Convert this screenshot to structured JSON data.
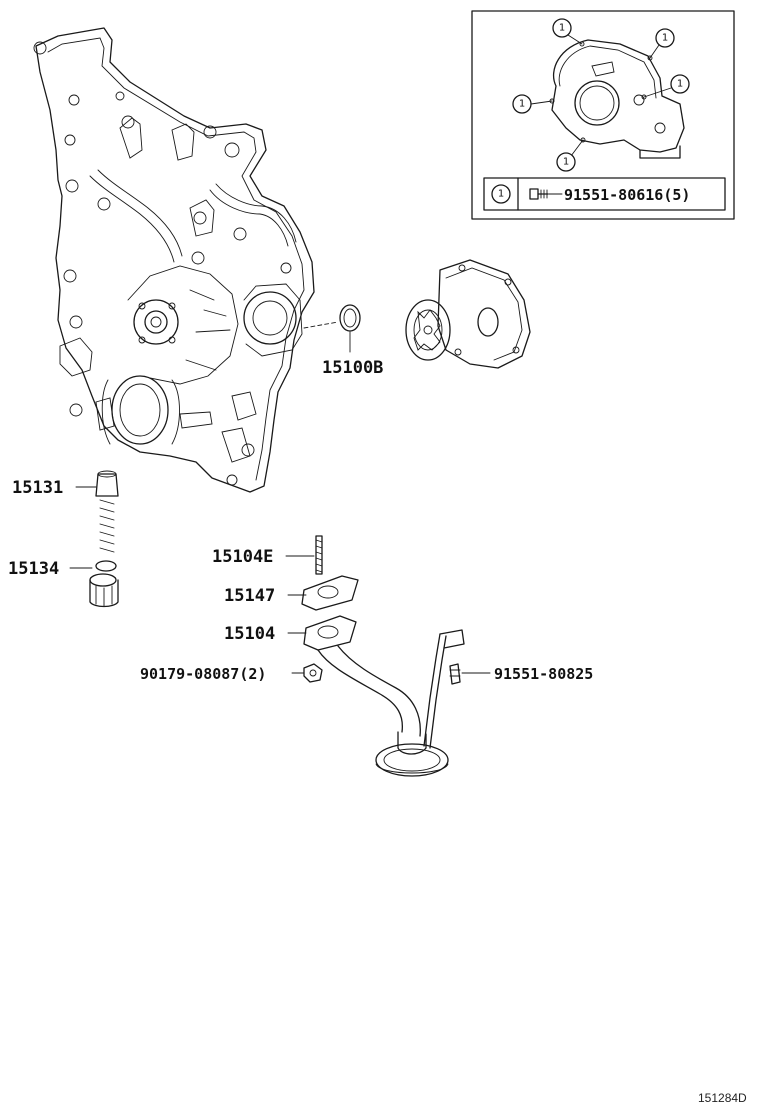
{
  "diagram": {
    "inset": {
      "callout_number": "1",
      "legend_part": "91551-80616(5)"
    },
    "labels": {
      "p15100B": "15100B",
      "p15131": "15131",
      "p15134": "15134",
      "p15104E": "15104E",
      "p15147": "15147",
      "p15104": "15104",
      "p90179": "90179-08087(2)",
      "p91551_80825": "91551-80825"
    },
    "diagram_id": "151284D"
  }
}
